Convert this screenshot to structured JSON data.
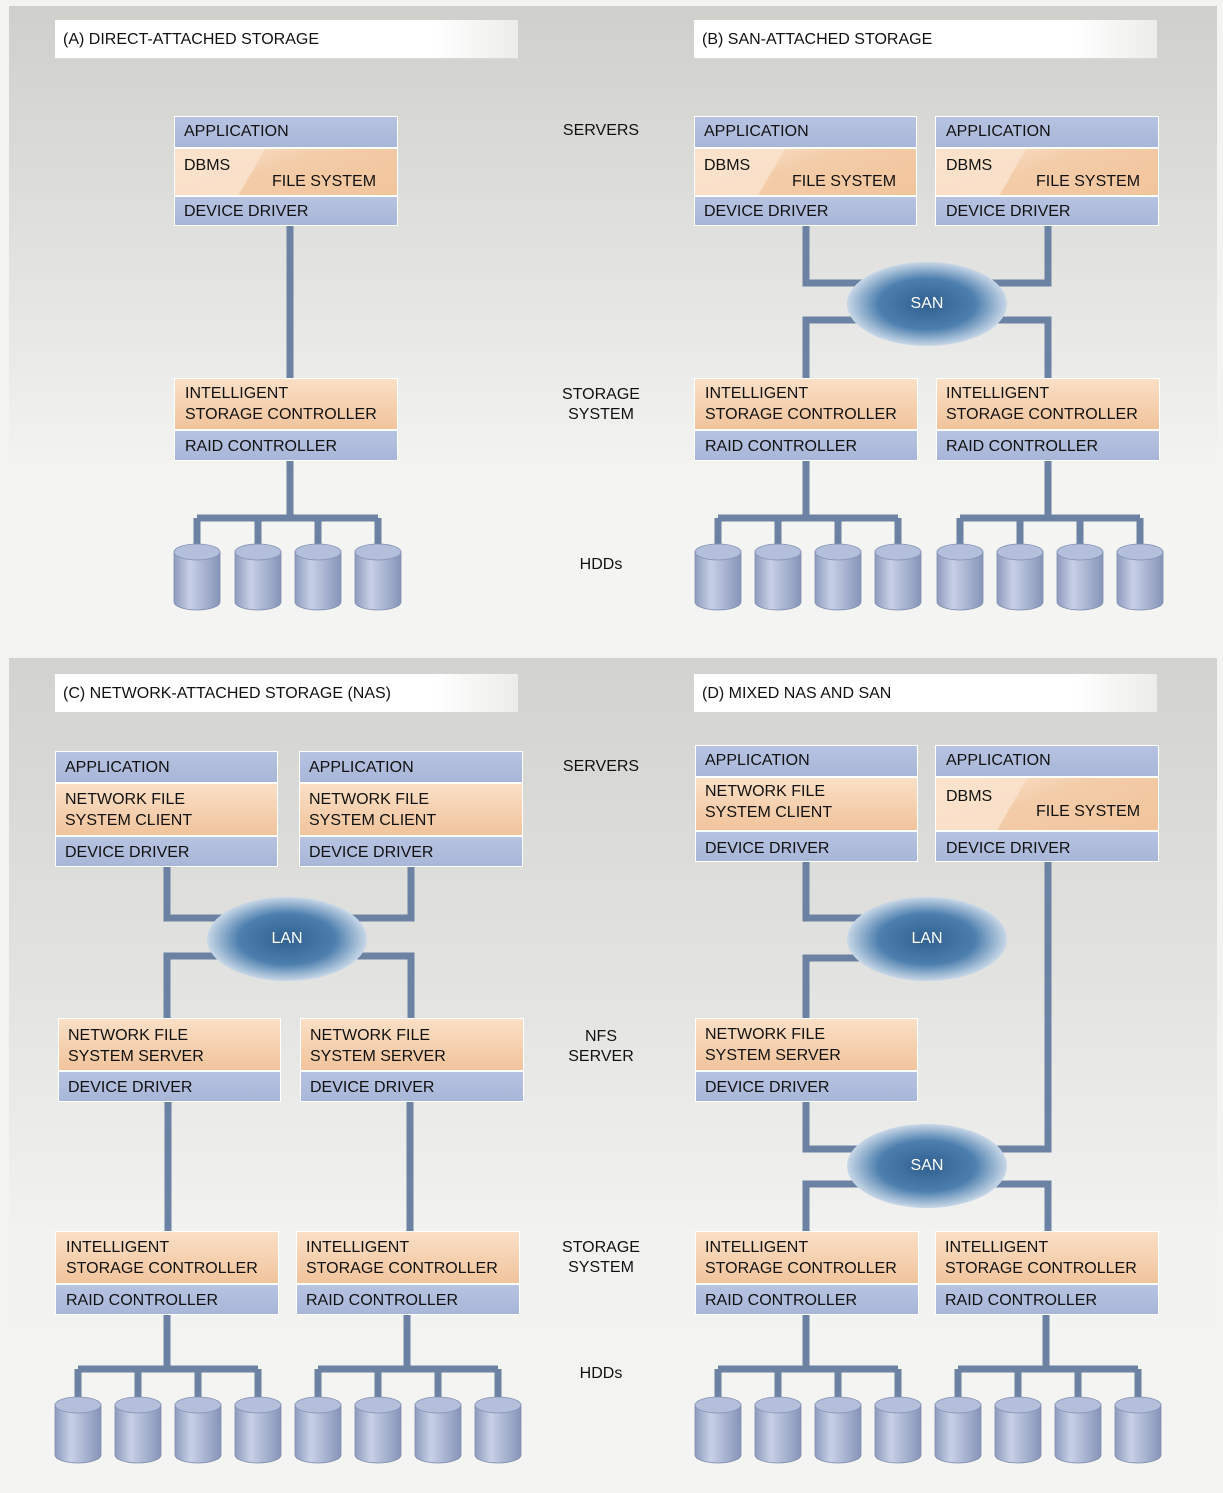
{
  "panels": {
    "a": "(A)   DIRECT-ATTACHED STORAGE",
    "b": "(B)   SAN-ATTACHED STORAGE",
    "c": "(C)   NETWORK-ATTACHED STORAGE (NAS)",
    "d": "(D)   MIXED NAS AND SAN"
  },
  "row_labels": {
    "servers_top": "SERVERS",
    "storage_top": "STORAGE\nSYSTEM",
    "hdds_top": "HDDs",
    "servers_bot": "SERVERS",
    "nfs_server": "NFS\nSERVER",
    "storage_bot": "STORAGE\nSYSTEM",
    "hdds_bot": "HDDs"
  },
  "blocks": {
    "application": "APPLICATION",
    "dbms": "DBMS",
    "file_system": "FILE SYSTEM",
    "device_driver": "DEVICE DRIVER",
    "intelligent_storage_controller": "INTELLIGENT\nSTORAGE CONTROLLER",
    "raid_controller": "RAID CONTROLLER",
    "nfs_client": "NETWORK FILE\nSYSTEM CLIENT",
    "nfs_server": "NETWORK FILE\nSYSTEM SERVER"
  },
  "networks": {
    "san": "SAN",
    "lan": "LAN"
  },
  "colors": {
    "wire": "#6b82a3",
    "block_blue": "#aab8da",
    "block_orange": "#f2c7a0",
    "cloud": "#3e6e9a"
  }
}
